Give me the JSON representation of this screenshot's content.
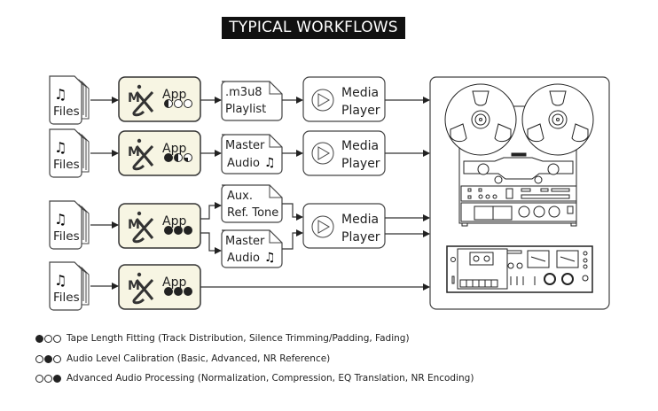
{
  "title": "TYPICAL WORKFLOWS",
  "colors": {
    "app_fill": "#f7f5e3",
    "stroke": "#333333",
    "title_bg": "#111111",
    "title_fg": "#ffffff"
  },
  "workflows": [
    {
      "source": {
        "label": "Files",
        "icon": "music-note-icon"
      },
      "app": {
        "label": "App",
        "level": [
          "half",
          "empty",
          "empty"
        ]
      },
      "outputs": [
        {
          "line1": ".m3u8",
          "line2": "Playlist",
          "note": false
        }
      ],
      "player": {
        "line1": "Media",
        "line2": "Player"
      }
    },
    {
      "source": {
        "label": "Files",
        "icon": "music-note-icon"
      },
      "app": {
        "label": "App",
        "level": [
          "full",
          "half",
          "quarter"
        ]
      },
      "outputs": [
        {
          "line1": "Master",
          "line2": "Audio",
          "note": true
        }
      ],
      "player": {
        "line1": "Media",
        "line2": "Player"
      }
    },
    {
      "source": {
        "label": "Files",
        "icon": "music-note-icon"
      },
      "app": {
        "label": "App",
        "level": [
          "full",
          "full",
          "full"
        ]
      },
      "outputs": [
        {
          "line1": "Aux.",
          "line2": "Ref. Tone",
          "note": false
        },
        {
          "line1": "Master",
          "line2": "Audio",
          "note": true
        }
      ],
      "player": {
        "line1": "Media",
        "line2": "Player"
      }
    },
    {
      "source": {
        "label": "Files",
        "icon": "music-note-icon"
      },
      "app": {
        "label": "App",
        "level": [
          "full",
          "full",
          "full"
        ]
      },
      "outputs": [],
      "player": null
    }
  ],
  "destination": {
    "devices": [
      "reel-to-reel-tape-deck",
      "cassette-tape-deck"
    ]
  },
  "legend": [
    {
      "dots": [
        "full",
        "empty",
        "empty"
      ],
      "text": "Tape Length Fitting (Track Distribution, Silence Trimming/Padding, Fading)"
    },
    {
      "dots": [
        "empty",
        "full",
        "empty"
      ],
      "text": "Audio Level Calibration (Basic, Advanced, NR Reference)"
    },
    {
      "dots": [
        "empty",
        "empty",
        "full"
      ],
      "text": "Advanced Audio Processing (Normalization, Compression, EQ Translation, NR Encoding)"
    }
  ]
}
